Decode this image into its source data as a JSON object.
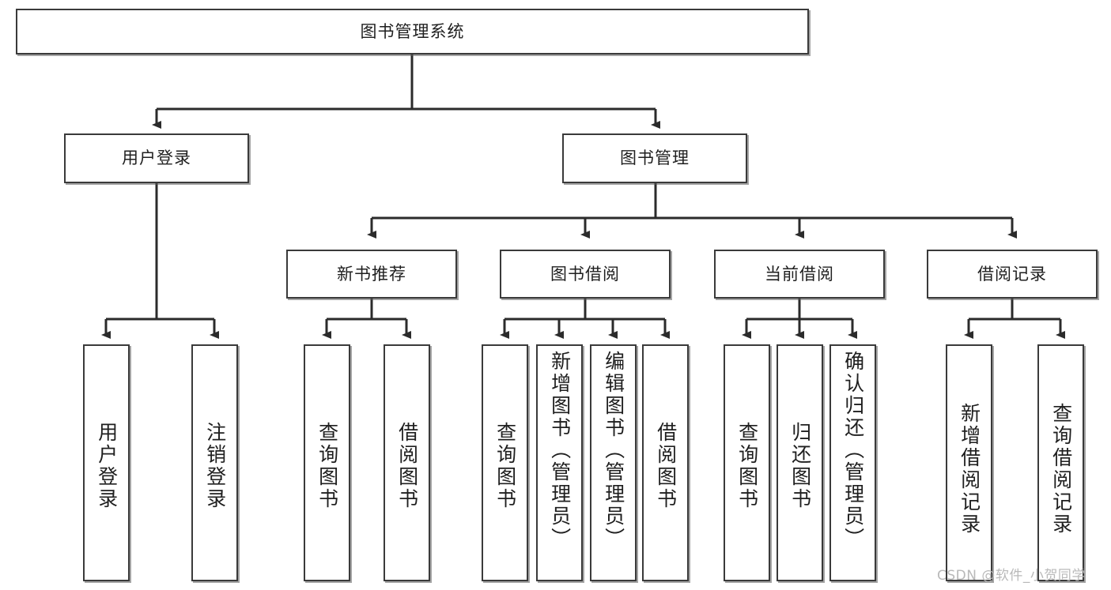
{
  "diagram": {
    "title": "图书管理系统",
    "type": "tree-hierarchy",
    "watermark": "CSDN @软件_小贺同学",
    "colors": {
      "box_border": "#3a3a3a",
      "box_fill": "#ffffff",
      "connector": "#2b2b2b",
      "text": "#1f1f1f",
      "watermark": "#b9b9b9"
    }
  },
  "nodes": {
    "root": {
      "label": "图书管理系统"
    },
    "level2": [
      {
        "label": "用户登录"
      },
      {
        "label": "图书管理"
      }
    ],
    "level3": [
      {
        "label": "新书推荐"
      },
      {
        "label": "图书借阅"
      },
      {
        "label": "当前借阅"
      },
      {
        "label": "借阅记录"
      }
    ],
    "leaves": {
      "user_login": [
        {
          "label": "用户登录"
        },
        {
          "label": "注销登录"
        }
      ],
      "new_book_recommend": [
        {
          "label": "查询图书"
        },
        {
          "label": "借阅图书"
        }
      ],
      "book_borrow": [
        {
          "label": "查询图书"
        },
        {
          "label": "新增图书（管理员）"
        },
        {
          "label": "编辑图书（管理员）"
        },
        {
          "label": "借阅图书"
        }
      ],
      "current_borrow": [
        {
          "label": "查询图书"
        },
        {
          "label": "归还图书"
        },
        {
          "label": "确认归还（管理员）"
        }
      ],
      "borrow_record": [
        {
          "label": "新增借阅记录"
        },
        {
          "label": "查询借阅记录"
        }
      ]
    }
  }
}
